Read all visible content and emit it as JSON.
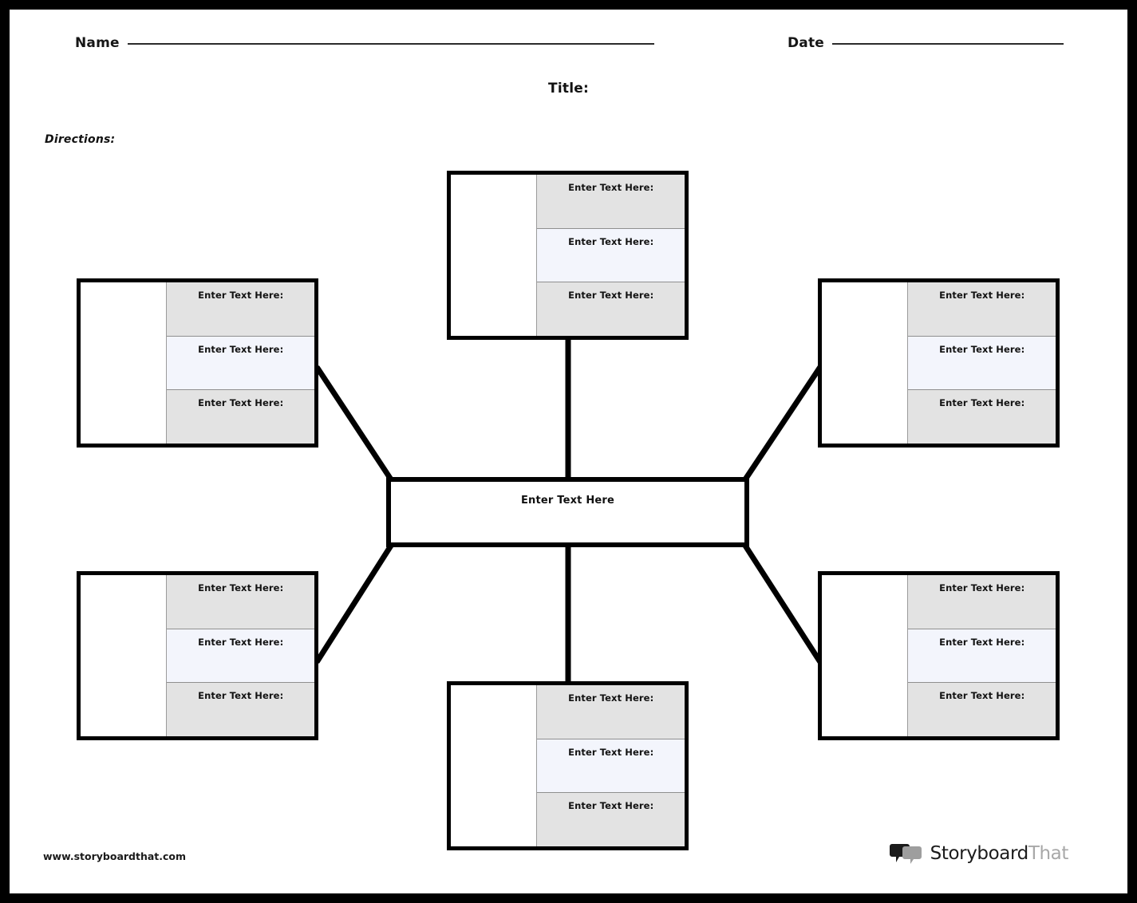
{
  "page": {
    "frame_color": "#000000",
    "sheet_color": "#ffffff"
  },
  "header": {
    "name_label": "Name",
    "date_label": "Date",
    "title_label": "Title:",
    "directions_label": "Directions:"
  },
  "center": {
    "label": "Enter Text Here"
  },
  "cell_colors": {
    "gray": "#e3e3e3",
    "blue": "#f3f5fc",
    "blank": "#ffffff",
    "border": "#000000"
  },
  "nodes": [
    {
      "id": "node-top",
      "position": "top-center",
      "cells": [
        "Enter Text Here:",
        "Enter Text Here:",
        "Enter Text Here:"
      ]
    },
    {
      "id": "node-left-up",
      "position": "upper-left",
      "cells": [
        "Enter Text Here:",
        "Enter Text Here:",
        "Enter Text Here:"
      ]
    },
    {
      "id": "node-right-up",
      "position": "upper-right",
      "cells": [
        "Enter Text Here:",
        "Enter Text Here:",
        "Enter Text Here:"
      ]
    },
    {
      "id": "node-left-dn",
      "position": "lower-left",
      "cells": [
        "Enter Text Here:",
        "Enter Text Here:",
        "Enter Text Here:"
      ]
    },
    {
      "id": "node-right-dn",
      "position": "lower-right",
      "cells": [
        "Enter Text Here:",
        "Enter Text Here:",
        "Enter Text Here:"
      ]
    },
    {
      "id": "node-bottom",
      "position": "bottom-center",
      "cells": [
        "Enter Text Here:",
        "Enter Text Here:",
        "Enter Text Here:"
      ]
    }
  ],
  "footer": {
    "url": "www.storyboardthat.com",
    "brand_primary": "Storyboard",
    "brand_secondary": "That"
  }
}
